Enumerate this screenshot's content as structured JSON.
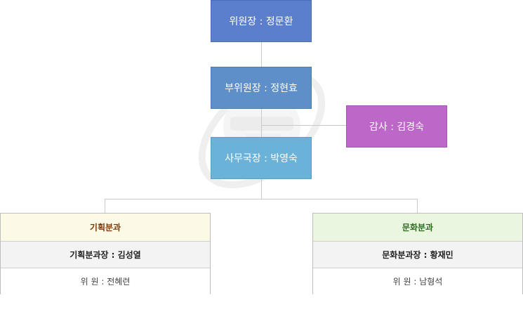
{
  "org": {
    "chairman": "위원장 : 정문환",
    "vice_chairman": "부위원장 : 정현효",
    "auditor": "감사 : 김경숙",
    "secretary_general": "사무국장 : 박영숙",
    "departments": [
      {
        "name": "기획분과",
        "leader": "기획분과장 : 김성열",
        "member": "위 원 : 전혜련"
      },
      {
        "name": "문화분과",
        "leader": "문화분과장 : 황재민",
        "member": "위 원 : 남형석"
      }
    ]
  },
  "colors": {
    "chairman": "#5b7fcd",
    "vice_chairman": "#5e8fc8",
    "secretary_general": "#6ab2d8",
    "auditor": "#bd67c9",
    "dept_planning_head": "#fcfae6",
    "dept_planning_text": "#7a3b0c",
    "dept_culture_head": "#eaf6df",
    "dept_culture_text": "#2f6b1f",
    "connector": "#c9c9c9"
  }
}
